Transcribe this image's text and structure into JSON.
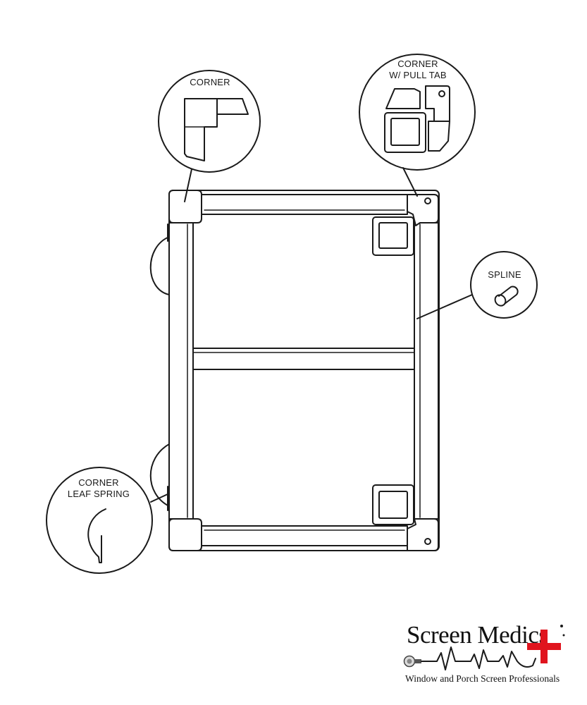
{
  "callouts": {
    "corner": {
      "label": "CORNER"
    },
    "corner_pull_tab": {
      "label_line1": "CORNER",
      "label_line2": "W/ PULL TAB"
    },
    "spline": {
      "label": "SPLINE"
    },
    "leaf_spring": {
      "label_line1": "CORNER",
      "label_line2": "LEAF SPRING"
    }
  },
  "logo": {
    "name": "Screen Medics",
    "tagline": "Window and Porch Screen Professionals"
  },
  "colors": {
    "line": "#1a1a1a",
    "cross": "#e0141e",
    "background": "#ffffff"
  }
}
